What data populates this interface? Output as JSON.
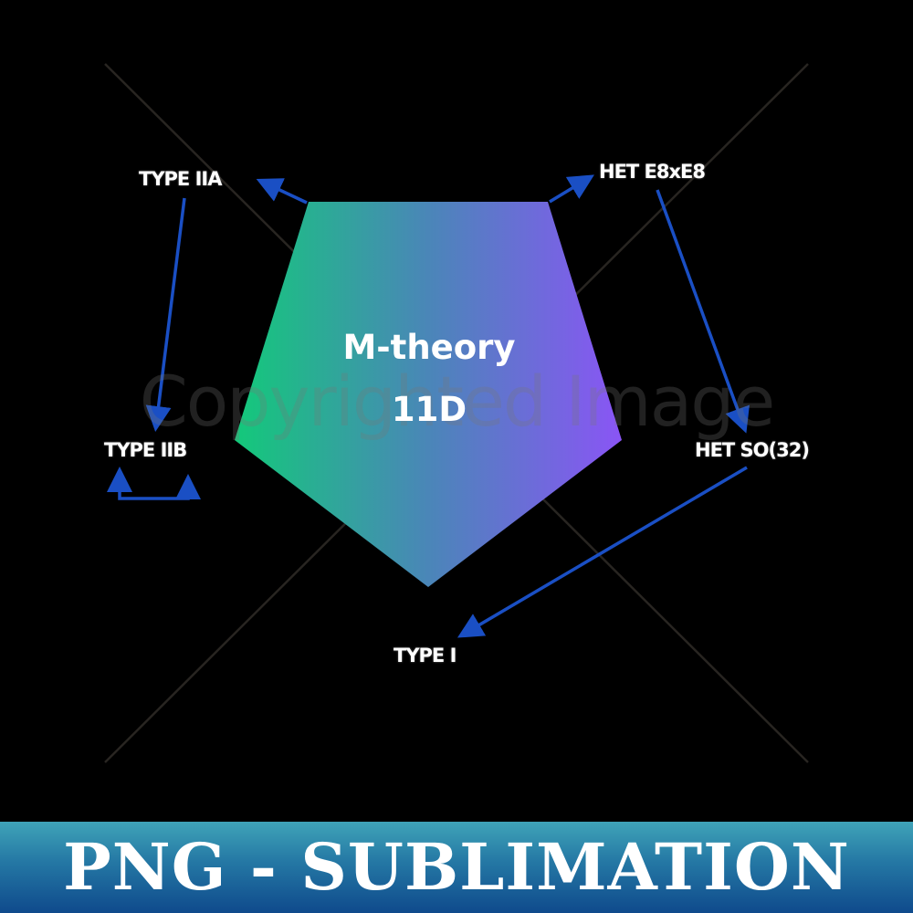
{
  "diagram": {
    "center": {
      "line1": "M-theory",
      "line2": "11D",
      "gradient_start": "#13c97a",
      "gradient_end": "#8a55f5"
    },
    "nodes": [
      {
        "id": "type-iia",
        "label": "TYPE IIA"
      },
      {
        "id": "het-e8xe8",
        "label": "HET E8xE8"
      },
      {
        "id": "type-iib",
        "label": "TYPE IIB"
      },
      {
        "id": "het-so32",
        "label": "HET SO(32)"
      },
      {
        "id": "type-i",
        "label": "TYPE I"
      }
    ],
    "edges": [
      {
        "from": "M-theory",
        "to": "TYPE IIA"
      },
      {
        "from": "M-theory",
        "to": "HET E8xE8"
      },
      {
        "from": "TYPE IIA",
        "to": "TYPE IIB"
      },
      {
        "from": "TYPE IIB",
        "to": "TYPE IIB",
        "kind": "self-loop"
      },
      {
        "from": "HET E8xE8",
        "to": "HET SO(32)"
      },
      {
        "from": "HET SO(32)",
        "to": "TYPE I"
      }
    ],
    "arrow_color": "#1a4fc4",
    "background": "#000000"
  },
  "watermark": {
    "text": "Copyrighted Image"
  },
  "banner": {
    "text": "PNG - SUBLIMATION",
    "gradient_top": "#3fa3b8",
    "gradient_bottom": "#0f4a8c"
  }
}
